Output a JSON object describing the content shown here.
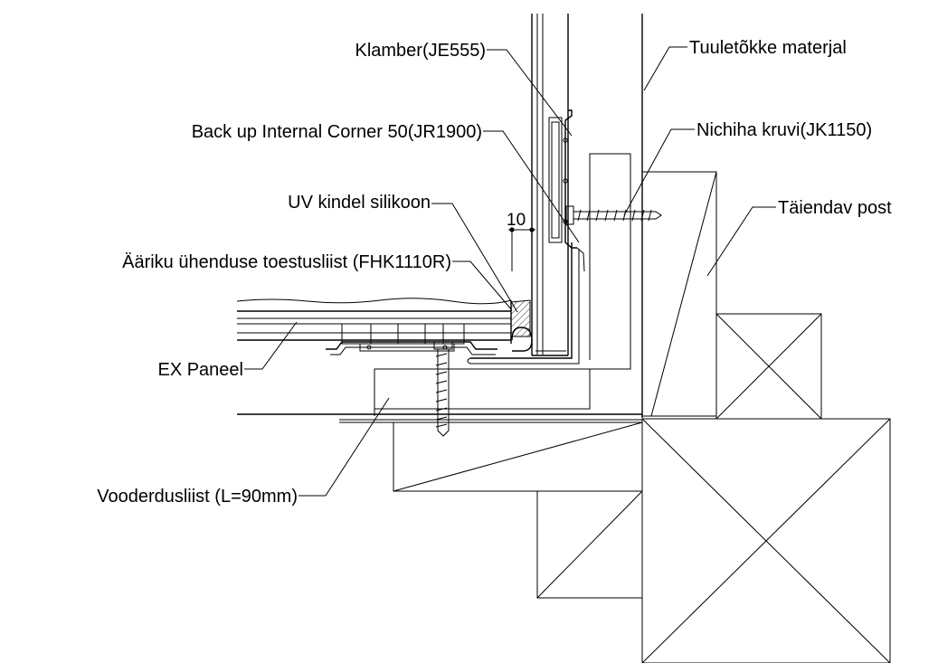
{
  "labels": {
    "klamber": "Klamber(JE555)",
    "back_up": "Back up Internal Corner 50(JR1900)",
    "uv_silicone": "UV kindel silikoon",
    "aariku": "Ääriku ühenduse toestusliist (FHK1110R)",
    "ex_paneel": "EX Paneel",
    "vooderdus": "Vooderdusliist (L=90mm)",
    "tuuletokke": "Tuuletõkke materjal",
    "nichiha_kruvi": "Nichiha kruvi(JK1150)",
    "taiendav_post": "Täiendav post"
  },
  "dimension": {
    "gap": "10"
  }
}
